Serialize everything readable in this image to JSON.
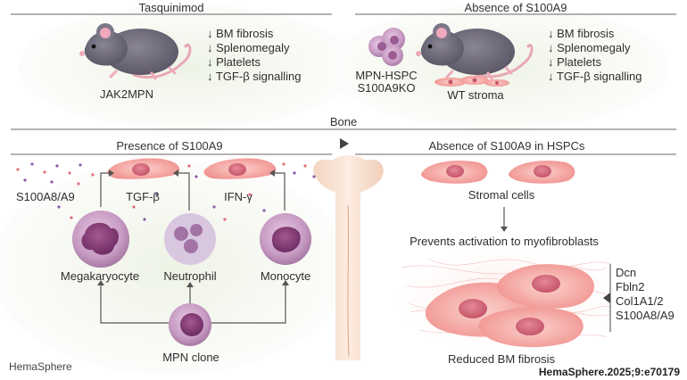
{
  "top_left": {
    "title": "Tasquinimod",
    "model_label": "JAK2MPN",
    "effects": [
      "↓ BM fibrosis",
      "↓ Splenomegaly",
      "↓ Platelets",
      "↓ TGF-β signalling"
    ]
  },
  "top_right": {
    "title": "Absence of S100A9",
    "cells_label_1": "MPN-HSPC",
    "cells_label_2": "S100A9KO",
    "stroma_label": "WT stroma",
    "effects": [
      "↓ BM fibrosis",
      "↓ Splenomegaly",
      "↓ Platelets",
      "↓ TGF-β signalling"
    ]
  },
  "bone": {
    "title": "Bone"
  },
  "left_panel": {
    "title": "Presence of S100A9",
    "s100_label": "S100A8/A9",
    "tgf_label": "TGF-β",
    "ifn_label": "IFN-γ",
    "megakaryocyte_label": "Megakaryocyte",
    "neutrophil_label": "Neutrophil",
    "monocyte_label": "Monocyte",
    "clone_label": "MPN clone"
  },
  "right_panel": {
    "title": "Absence of S100A9 in HSPCs",
    "stromal_label": "Stromal cells",
    "prevents_label": "Prevents activation to myofibroblasts",
    "genes": [
      "Dcn",
      "Fbln2",
      "Col1A1/2",
      "S100A8/A9"
    ],
    "reduced_label": "Reduced BM fibrosis"
  },
  "footer": {
    "journal": "HemaSphere",
    "citation": "HemaSphere.2025;9:e70179"
  },
  "colors": {
    "mouse": "#6b6776",
    "cell_purple": "#b98ab5",
    "stroma_pink": "#f3a7a2",
    "rule": "#555555"
  }
}
